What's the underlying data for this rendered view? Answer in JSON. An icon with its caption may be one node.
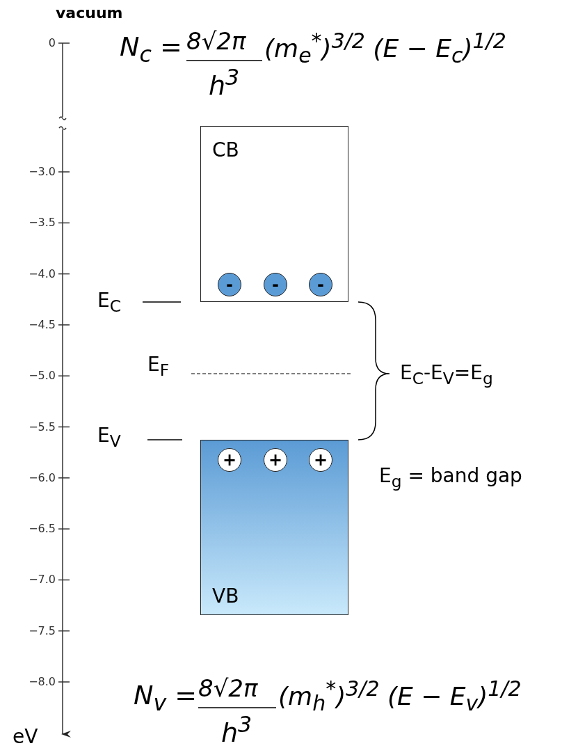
{
  "diagram": {
    "nodes": [
      {
        "text": [
          "CB"
        ]
      },
      {
        "text": [
          "-"
        ],
        "in": 0
      },
      {
        "text": [
          "-"
        ],
        "in": 0
      },
      {
        "text": [
          "-"
        ],
        "in": 0
      },
      {
        "text": [
          "VB"
        ]
      },
      {
        "text": [
          "+"
        ],
        "in": 4
      },
      {
        "text": [
          "+"
        ],
        "in": 4
      },
      {
        "text": [
          "+"
        ],
        "in": 4
      }
    ],
    "labels": [
      "vacuum",
      "0",
      "−3.0",
      "−3.5",
      "−4.0",
      "−4.5",
      "−5.0",
      "−5.5",
      "−6.0",
      "−6.5",
      "−7.0",
      "−7.5",
      "−8.0",
      "eV",
      "E$_{C}$",
      "E$_{F}$",
      "E$_{V}$",
      "E$_{C}$-E$_{V}$=E$_{g}$",
      "E$_{g}$ = band gap",
      "N$_{c}$ =",
      "8√2π",
      "h$^{3}$",
      "(m$_{e}$$^{*}$)$^{3/2}$ (E − E$_{c}$)$^{1/2}$",
      "N$_{v}$ =",
      "8√2π",
      "h$^{3}$",
      "(m$_{h}$$^{*}$)$^{3/2}$ (E − E$_{v}$)$^{1/2}$"
    ]
  }
}
